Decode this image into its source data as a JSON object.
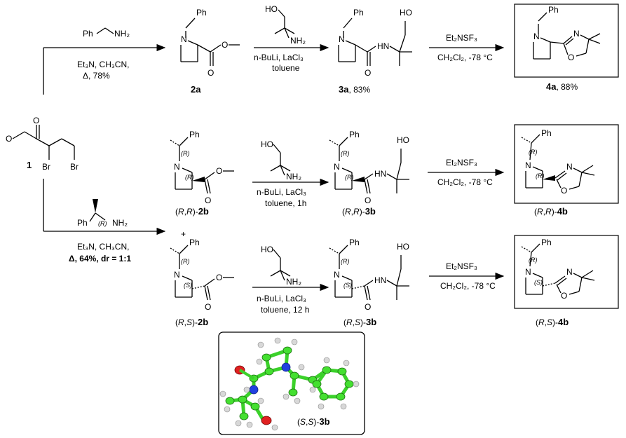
{
  "reagents": {
    "top_amine": "Ph",
    "top_amine_nh2": "NH₂",
    "top_cond1": "Et₃N, CH₃CN,",
    "top_cond2": "Δ, 78%",
    "bottom_amine_ph": "Ph",
    "bottom_amine_nh2": "NH₂",
    "bottom_amine_stereo": "(R)",
    "bottom_cond1": "Et₃N, CH₃CN,",
    "bottom_cond2": "Δ, 64%, dr = 1:1",
    "aminoalcohol_ho": "HO",
    "aminoalcohol_nh2": "NH₂",
    "step2_top": "n-BuLi, LaCl₃",
    "step2_top_solvent": "toluene",
    "step2_mid": "n-BuLi, LaCl₃",
    "step2_mid_solvent": "toluene, 1h",
    "step2_bot": "n-BuLi, LaCl₃",
    "step2_bot_solvent": "toluene, 12 h",
    "step3_reagent": "Et₂NSF₃",
    "step3_cond": "CH₂Cl₂, -78 °C"
  },
  "compounds": {
    "c1": "1",
    "c2a": "2a",
    "c3a": "3a, 83%",
    "c4a": "4a, 88%",
    "c2b_rr": "(R,R)-2b",
    "c3b_rr": "(R,R)-3b",
    "c4b_rr": "(R,R)-4b",
    "c2b_rs": "(R,S)-2b",
    "c3b_rs": "(R,S)-3b",
    "c4b_rs": "(R,S)-4b",
    "xray": "(S,S)-3b"
  },
  "atoms": {
    "N": "N",
    "O": "O",
    "Ph": "Ph",
    "Br": "Br",
    "HN": "HN",
    "HO": "HO",
    "plus": "+"
  },
  "stereo": {
    "R": "(R)",
    "S": "(S)"
  }
}
